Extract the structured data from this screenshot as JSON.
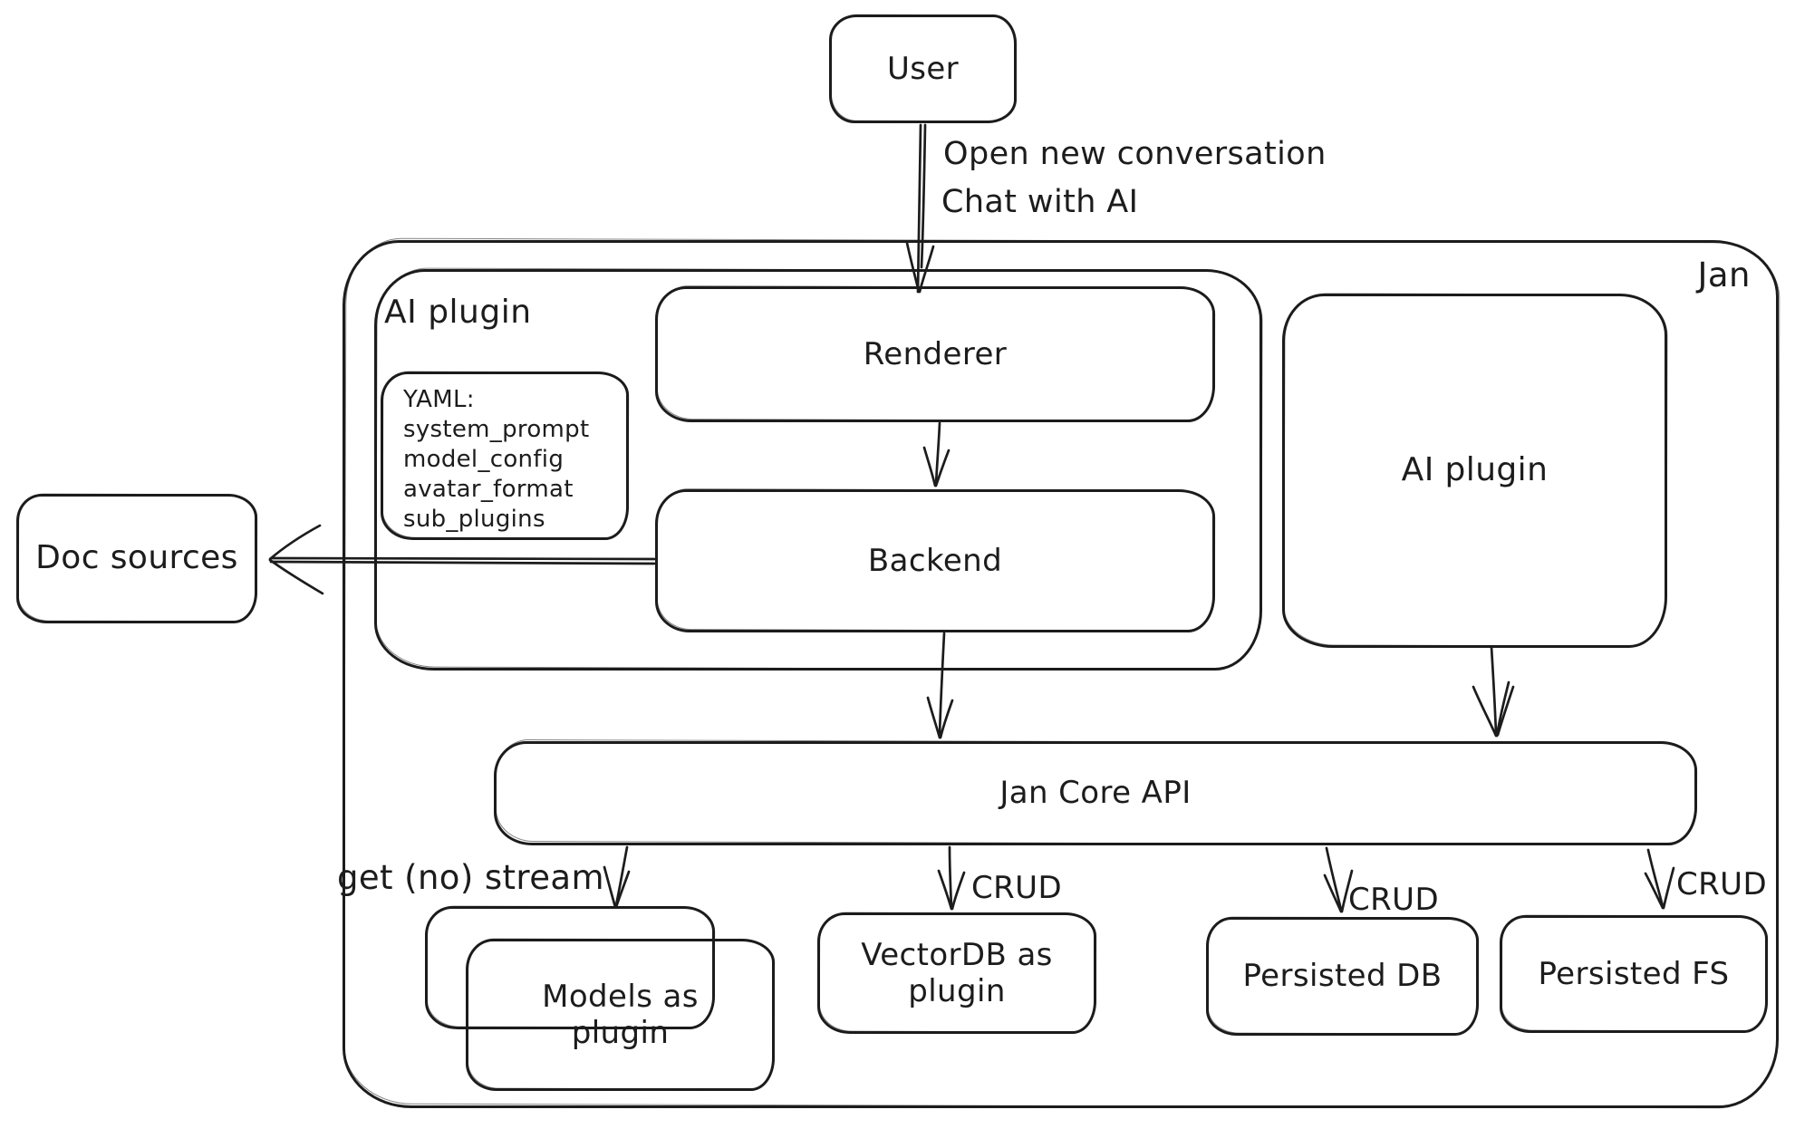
{
  "colors": {
    "ink": "#1c1c1c",
    "background": "#ffffff"
  },
  "nodes": {
    "user": {
      "label": "User"
    },
    "jan": {
      "label": "Jan"
    },
    "ai_plugin_left": {
      "label": "AI plugin"
    },
    "renderer": {
      "label": "Renderer"
    },
    "backend": {
      "label": "Backend"
    },
    "yaml_note": {
      "title": "YAML:",
      "lines": [
        "system_prompt",
        "model_config",
        "avatar_format",
        "sub_plugins"
      ]
    },
    "ai_plugin_right": {
      "label": "AI plugin"
    },
    "doc_sources": {
      "label": "Doc sources"
    },
    "jan_core_api": {
      "label": "Jan Core API"
    },
    "models_plugin": {
      "label": "Models as plugin"
    },
    "vectordb_plugin": {
      "label": "VectorDB as plugin"
    },
    "persisted_db": {
      "label": "Persisted DB"
    },
    "persisted_fs": {
      "label": "Persisted FS"
    }
  },
  "edges": {
    "user_to_renderer": {
      "line1": "Open new conversation",
      "line2": "Chat with AI"
    },
    "api_to_models": {
      "label": "get (no) stream"
    },
    "api_to_vectordb": {
      "label": "CRUD"
    },
    "api_to_persisted_db": {
      "label": "CRUD"
    },
    "api_to_persisted_fs": {
      "label": "CRUD"
    }
  }
}
